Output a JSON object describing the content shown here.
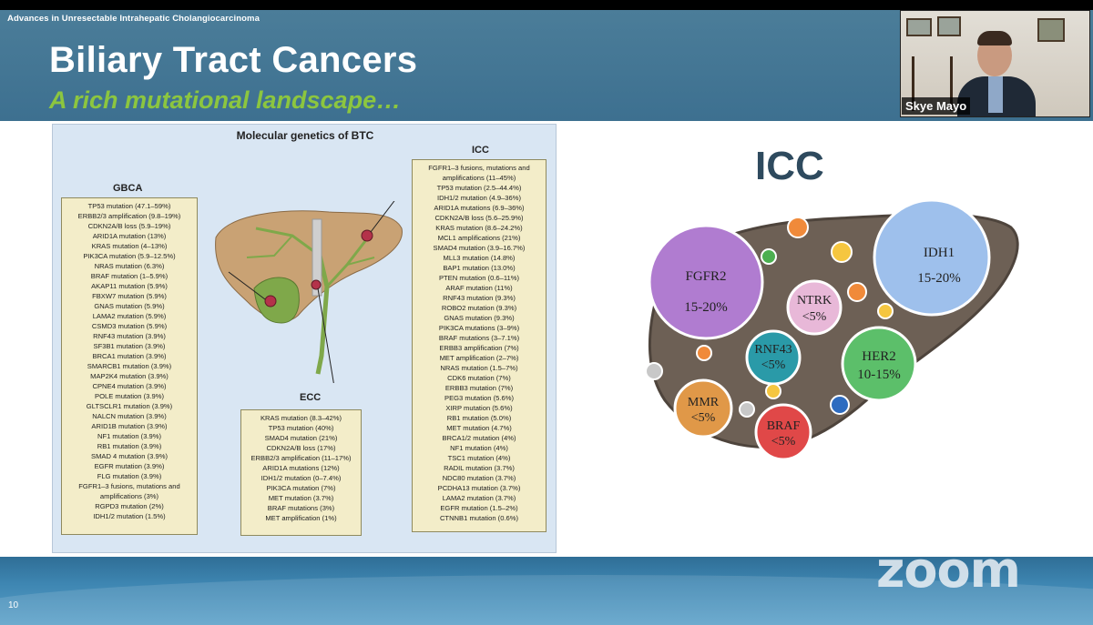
{
  "deck_title": "Advances in Unresectable Intrahepatic Cholangiocarcinoma",
  "title": "Biliary Tract Cancers",
  "subtitle": "A rich mutational landscape…",
  "participant_name": "Skye Mayo",
  "slide_number": "10",
  "watermark": "zoom",
  "figure": {
    "title": "Molecular genetics of BTC",
    "gbca": {
      "label": "GBCA",
      "items": [
        "TP53 mutation (47.1–59%)",
        "ERBB2/3 amplification (9.8–19%)",
        "CDKN2A/B loss (5.9–19%)",
        "ARID1A mutation (13%)",
        "KRAS mutation (4–13%)",
        "PIK3CA mutation (5.9–12.5%)",
        "NRAS mutation (6.3%)",
        "BRAF mutation (1–5.9%)",
        "AKAP11 mutation (5.9%)",
        "FBXW7 mutation (5.9%)",
        "GNAS mutation (5.9%)",
        "LAMA2 mutation (5.9%)",
        "CSMD3 mutation (5.9%)",
        "RNF43 mutation (3.9%)",
        "SF3B1 mutation (3.9%)",
        "BRCA1 mutation (3.9%)",
        "SMARCB1 mutation (3.9%)",
        "MAP2K4 mutation (3.9%)",
        "CPNE4 mutation (3.9%)",
        "POLE mutation (3.9%)",
        "GLTSCLR1 mutation (3.9%)",
        "NALCN mutation (3.9%)",
        "ARID1B mutation (3.9%)",
        "NF1 mutation (3.9%)",
        "RB1 mutation (3.9%)",
        "SMAD 4 mutation (3.9%)",
        "EGFR mutation (3.9%)",
        "FLG mutation (3.9%)",
        "FGFR1–3 fusions, mutations and",
        "amplifications (3%)",
        "RGPD3 mutation (2%)",
        "IDH1/2 mutation (1.5%)"
      ]
    },
    "ecc": {
      "label": "ECC",
      "items": [
        "KRAS mutation (8.3–42%)",
        "TP53 mutation (40%)",
        "SMAD4 mutation (21%)",
        "CDKN2A/B loss (17%)",
        "ERBB2/3 amplification (11–17%)",
        "ARID1A mutations (12%)",
        "IDH1/2 mutation (0–7.4%)",
        "PIK3CA mutation (7%)",
        "MET mutation (3.7%)",
        "BRAF mutations (3%)",
        "MET amplification (1%)"
      ]
    },
    "icc": {
      "label": "ICC",
      "items": [
        "FGFR1–3 fusions, mutations and",
        "amplifications (11–45%)",
        "TP53 mutation (2.5–44.4%)",
        "IDH1/2 mutation (4.9–36%)",
        "ARID1A mutations (6.9–36%)",
        "CDKN2A/B loss (5.6–25.9%)",
        "KRAS mutation (8.6–24.2%)",
        "MCL1 amplifications (21%)",
        "SMAD4 mutation (3.9–16.7%)",
        "MLL3 mutation (14.8%)",
        "BAP1 mutation (13.0%)",
        "PTEN mutation (0.6–11%)",
        "ARAF mutation (11%)",
        "RNF43 mutation (9.3%)",
        "ROBO2 mutation (9.3%)",
        "GNAS mutation (9.3%)",
        "PIK3CA mutations (3–9%)",
        "BRAF mutations (3–7.1%)",
        "ERBB3 amplification (7%)",
        "MET amplification (2–7%)",
        "NRAS mutation (1.5–7%)",
        "CDK6 mutation (7%)",
        "ERBB3 mutation (7%)",
        "PEG3 mutation (5.6%)",
        "XIRP mutation (5.6%)",
        "RB1 mutation (5.0%)",
        "MET mutation (4.7%)",
        "BRCA1/2 mutation (4%)",
        "NF1 mutation (4%)",
        "TSC1 mutation (4%)",
        "RADIL mutation (3.7%)",
        "NDC80 mutation (3.7%)",
        "PCDHA13 mutation (3.7%)",
        "LAMA2 mutation (3.7%)",
        "EGFR mutation (1.5–2%)",
        "CTNNB1 mutation (0.6%)"
      ]
    }
  },
  "icc_panel": {
    "heading": "ICC",
    "bubbles": {
      "fgfr2": {
        "name": "FGFR2",
        "pct": "15-20%",
        "color": "#b07cd0"
      },
      "idh1": {
        "name": "IDH1",
        "pct": "15-20%",
        "color": "#9ec0ec"
      },
      "ntrk": {
        "name": "NTRK",
        "pct": "<5%",
        "color": "#e8b8d8"
      },
      "rnf43": {
        "name": "RNF43",
        "pct": "<5%",
        "color": "#2a9aa8"
      },
      "her2": {
        "name": "HER2",
        "pct": "10-15%",
        "color": "#5cbf6a"
      },
      "mmr": {
        "name": "MMR",
        "pct": "<5%",
        "color": "#e09848"
      },
      "braf": {
        "name": "BRAF",
        "pct": "<5%",
        "color": "#e04848"
      }
    },
    "liver_color": "#6d6055"
  }
}
